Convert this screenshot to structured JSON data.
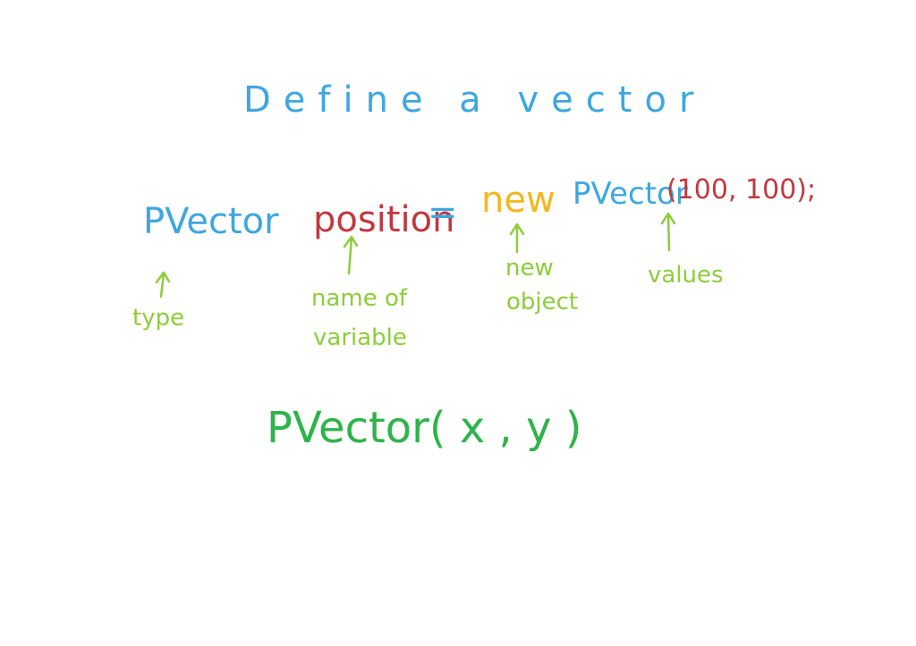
{
  "colors": {
    "blue": "#3ea7e0",
    "red": "#c0393f",
    "yellow": "#f4b71d",
    "light_green": "#8ccd3a",
    "green": "#2fb34a"
  },
  "heading": "Define a vector",
  "statement": {
    "type": "PVector",
    "variable": "position",
    "equals": "=",
    "keyword": "new",
    "constructor": "PVector",
    "args": "(100, 100);"
  },
  "annotations": {
    "type": "type",
    "name_line1": "name of",
    "name_line2": "variable",
    "new_line1": "new",
    "new_line2": "object",
    "values": "values"
  },
  "signature": "PVector( x , y )"
}
